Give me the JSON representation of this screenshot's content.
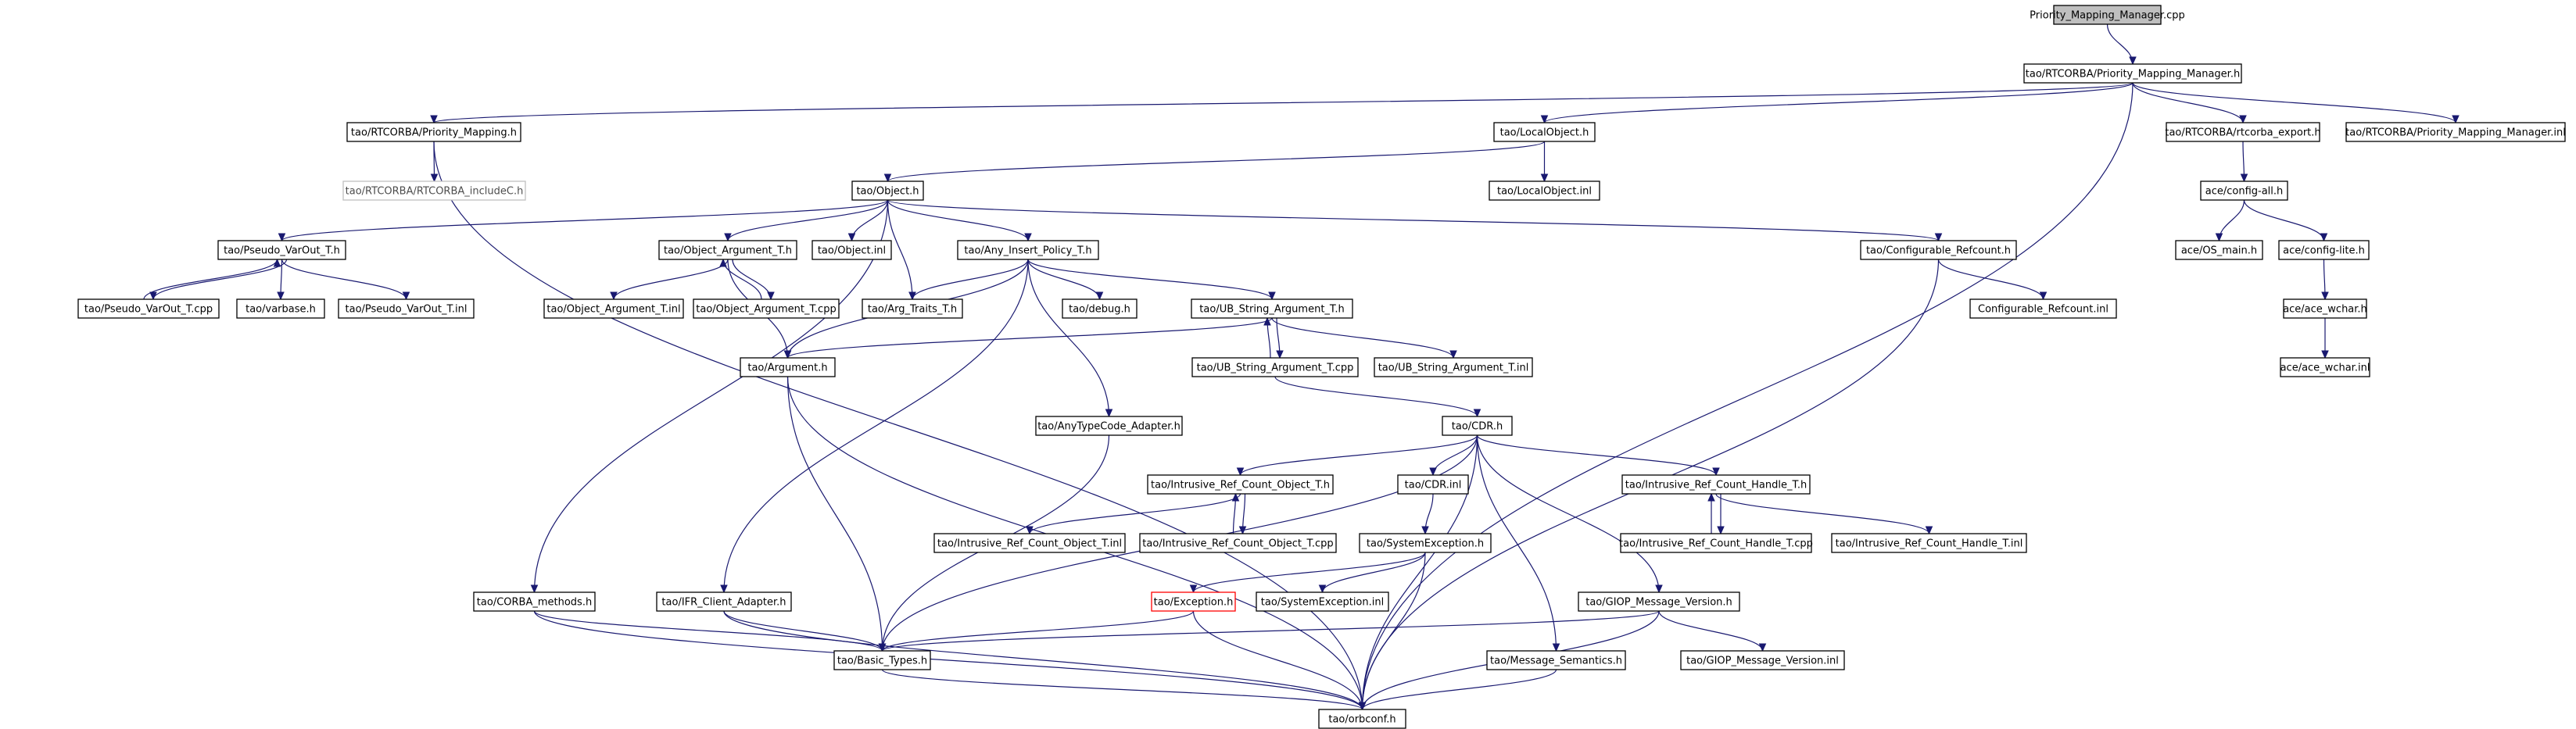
{
  "diagram": {
    "type": "include-dependency-graph",
    "colors": {
      "edge": "#191970",
      "root_fill": "#bfbfbf",
      "node_border": "#000000",
      "ghost_border": "#bfbfbf",
      "truncated_border": "#ff0000"
    },
    "nodes": [
      {
        "id": "root",
        "label": "Priority_Mapping_Manager.cpp",
        "style": "root"
      },
      {
        "id": "pmm_h",
        "label": "tao/RTCORBA/Priority_Mapping_Manager.h"
      },
      {
        "id": "pm_h",
        "label": "tao/RTCORBA/Priority_Mapping.h"
      },
      {
        "id": "localobj_h",
        "label": "tao/LocalObject.h"
      },
      {
        "id": "rtcorba_export",
        "label": "tao/RTCORBA/rtcorba_export.h"
      },
      {
        "id": "pmm_inl",
        "label": "tao/RTCORBA/Priority_Mapping_Manager.inl"
      },
      {
        "id": "includeC",
        "label": "tao/RTCORBA/RTCORBA_includeC.h",
        "style": "ghost"
      },
      {
        "id": "localobj_inl",
        "label": "tao/LocalObject.inl"
      },
      {
        "id": "config_all",
        "label": "ace/config-all.h"
      },
      {
        "id": "object_h",
        "label": "tao/Object.h"
      },
      {
        "id": "os_main",
        "label": "ace/OS_main.h"
      },
      {
        "id": "config_lite",
        "label": "ace/config-lite.h"
      },
      {
        "id": "pseudo_h",
        "label": "tao/Pseudo_VarOut_T.h"
      },
      {
        "id": "objarg_h",
        "label": "tao/Object_Argument_T.h"
      },
      {
        "id": "object_inl",
        "label": "tao/Object.inl"
      },
      {
        "id": "anyins_h",
        "label": "tao/Any_Insert_Policy_T.h"
      },
      {
        "id": "confref_h",
        "label": "tao/Configurable_Refcount.h"
      },
      {
        "id": "ace_wchar_h",
        "label": "ace/ace_wchar.h"
      },
      {
        "id": "pseudo_cpp",
        "label": "tao/Pseudo_VarOut_T.cpp"
      },
      {
        "id": "varbase",
        "label": "tao/varbase.h"
      },
      {
        "id": "pseudo_inl",
        "label": "tao/Pseudo_VarOut_T.inl"
      },
      {
        "id": "objarg_inl",
        "label": "tao/Object_Argument_T.inl"
      },
      {
        "id": "objarg_cpp",
        "label": "tao/Object_Argument_T.cpp"
      },
      {
        "id": "argtraits",
        "label": "tao/Arg_Traits_T.h"
      },
      {
        "id": "debug_h",
        "label": "tao/debug.h"
      },
      {
        "id": "ubstr_h",
        "label": "tao/UB_String_Argument_T.h"
      },
      {
        "id": "confref_inl",
        "label": "Configurable_Refcount.inl"
      },
      {
        "id": "ace_wchar_inl",
        "label": "ace/ace_wchar.inl"
      },
      {
        "id": "argument_h",
        "label": "tao/Argument.h"
      },
      {
        "id": "ubstr_cpp",
        "label": "tao/UB_String_Argument_T.cpp"
      },
      {
        "id": "ubstr_inl",
        "label": "tao/UB_String_Argument_T.inl"
      },
      {
        "id": "anytc",
        "label": "tao/AnyTypeCode_Adapter.h"
      },
      {
        "id": "cdr_h",
        "label": "tao/CDR.h"
      },
      {
        "id": "irefobj_h",
        "label": "tao/Intrusive_Ref_Count_Object_T.h"
      },
      {
        "id": "cdr_inl",
        "label": "tao/CDR.inl"
      },
      {
        "id": "irefhandle_h",
        "label": "tao/Intrusive_Ref_Count_Handle_T.h"
      },
      {
        "id": "irefobj_inl",
        "label": "tao/Intrusive_Ref_Count_Object_T.inl"
      },
      {
        "id": "irefobj_cpp",
        "label": "tao/Intrusive_Ref_Count_Object_T.cpp"
      },
      {
        "id": "sysexc_h",
        "label": "tao/SystemException.h"
      },
      {
        "id": "irefhandle_cpp",
        "label": "tao/Intrusive_Ref_Count_Handle_T.cpp"
      },
      {
        "id": "irefhandle_inl",
        "label": "tao/Intrusive_Ref_Count_Handle_T.inl"
      },
      {
        "id": "corba_methods",
        "label": "tao/CORBA_methods.h"
      },
      {
        "id": "ifr_client",
        "label": "tao/IFR_Client_Adapter.h"
      },
      {
        "id": "exception_h",
        "label": "tao/Exception.h",
        "style": "red"
      },
      {
        "id": "sysexc_inl",
        "label": "tao/SystemException.inl"
      },
      {
        "id": "giop_h",
        "label": "tao/GIOP_Message_Version.h"
      },
      {
        "id": "basic_types",
        "label": "tao/Basic_Types.h"
      },
      {
        "id": "msg_sem",
        "label": "tao/Message_Semantics.h"
      },
      {
        "id": "giop_inl",
        "label": "tao/GIOP_Message_Version.inl"
      },
      {
        "id": "orbconf",
        "label": "tao/orbconf.h"
      }
    ],
    "edges": [
      [
        "root",
        "pmm_h"
      ],
      [
        "pmm_h",
        "pm_h"
      ],
      [
        "pmm_h",
        "localobj_h"
      ],
      [
        "pmm_h",
        "rtcorba_export"
      ],
      [
        "pmm_h",
        "pmm_inl"
      ],
      [
        "pmm_h",
        "orbconf"
      ],
      [
        "pm_h",
        "includeC"
      ],
      [
        "pm_h",
        "orbconf"
      ],
      [
        "localobj_h",
        "object_h"
      ],
      [
        "localobj_h",
        "localobj_inl"
      ],
      [
        "rtcorba_export",
        "config_all"
      ],
      [
        "config_all",
        "os_main"
      ],
      [
        "config_all",
        "config_lite"
      ],
      [
        "config_lite",
        "ace_wchar_h"
      ],
      [
        "ace_wchar_h",
        "ace_wchar_inl"
      ],
      [
        "object_h",
        "pseudo_h"
      ],
      [
        "object_h",
        "objarg_h"
      ],
      [
        "object_h",
        "object_inl"
      ],
      [
        "object_h",
        "anyins_h"
      ],
      [
        "object_h",
        "confref_h"
      ],
      [
        "object_h",
        "argtraits"
      ],
      [
        "object_h",
        "corba_methods"
      ],
      [
        "pseudo_h",
        "pseudo_cpp"
      ],
      [
        "pseudo_h",
        "varbase"
      ],
      [
        "pseudo_h",
        "pseudo_inl"
      ],
      [
        "pseudo_cpp",
        "pseudo_h"
      ],
      [
        "objarg_h",
        "objarg_inl"
      ],
      [
        "objarg_h",
        "objarg_cpp"
      ],
      [
        "objarg_h",
        "argument_h"
      ],
      [
        "objarg_cpp",
        "objarg_h"
      ],
      [
        "anyins_h",
        "argtraits"
      ],
      [
        "anyins_h",
        "debug_h"
      ],
      [
        "anyins_h",
        "ubstr_h"
      ],
      [
        "anyins_h",
        "argument_h"
      ],
      [
        "anyins_h",
        "anytc"
      ],
      [
        "anyins_h",
        "ifr_client"
      ],
      [
        "confref_h",
        "confref_inl"
      ],
      [
        "confref_h",
        "orbconf"
      ],
      [
        "ubstr_h",
        "argument_h"
      ],
      [
        "ubstr_h",
        "ubstr_cpp"
      ],
      [
        "ubstr_h",
        "ubstr_inl"
      ],
      [
        "ubstr_cpp",
        "ubstr_h"
      ],
      [
        "ubstr_cpp",
        "cdr_h"
      ],
      [
        "argument_h",
        "basic_types"
      ],
      [
        "argument_h",
        "orbconf"
      ],
      [
        "anytc",
        "basic_types"
      ],
      [
        "cdr_h",
        "irefobj_h"
      ],
      [
        "cdr_h",
        "cdr_inl"
      ],
      [
        "cdr_h",
        "irefhandle_h"
      ],
      [
        "cdr_h",
        "basic_types"
      ],
      [
        "cdr_h",
        "giop_h"
      ],
      [
        "cdr_h",
        "msg_sem"
      ],
      [
        "cdr_h",
        "orbconf"
      ],
      [
        "irefobj_h",
        "irefobj_inl"
      ],
      [
        "irefobj_h",
        "irefobj_cpp"
      ],
      [
        "irefobj_cpp",
        "irefobj_h"
      ],
      [
        "irefhandle_h",
        "irefhandle_cpp"
      ],
      [
        "irefhandle_h",
        "irefhandle_inl"
      ],
      [
        "irefhandle_cpp",
        "irefhandle_h"
      ],
      [
        "cdr_inl",
        "sysexc_h"
      ],
      [
        "sysexc_h",
        "exception_h"
      ],
      [
        "sysexc_h",
        "sysexc_inl"
      ],
      [
        "sysexc_h",
        "orbconf"
      ],
      [
        "exception_h",
        "basic_types"
      ],
      [
        "exception_h",
        "orbconf"
      ],
      [
        "corba_methods",
        "basic_types"
      ],
      [
        "corba_methods",
        "orbconf"
      ],
      [
        "ifr_client",
        "basic_types"
      ],
      [
        "ifr_client",
        "orbconf"
      ],
      [
        "giop_h",
        "basic_types"
      ],
      [
        "giop_h",
        "giop_inl"
      ],
      [
        "giop_h",
        "orbconf"
      ],
      [
        "basic_types",
        "orbconf"
      ],
      [
        "msg_sem",
        "orbconf"
      ]
    ]
  }
}
